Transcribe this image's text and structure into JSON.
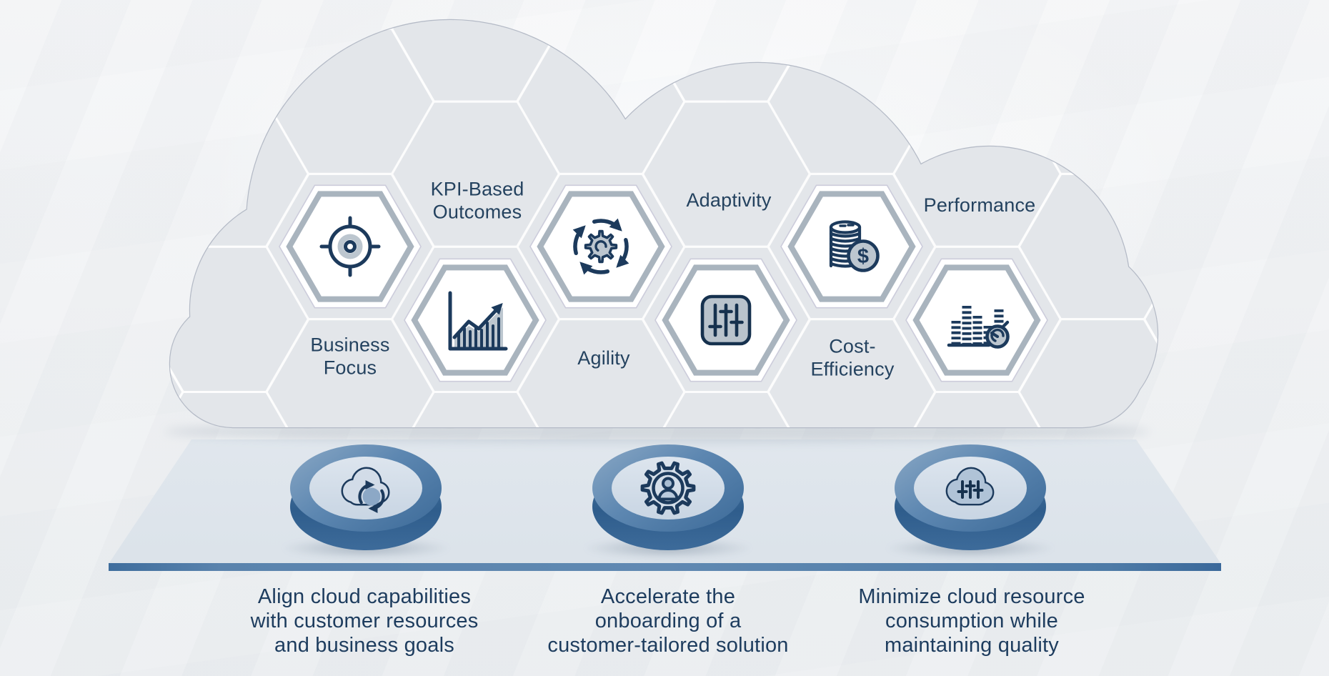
{
  "diagram": {
    "cloud_hexagons": [
      {
        "label": "Business\nFocus",
        "icon": "target-icon"
      },
      {
        "label": "KPI-Based\nOutcomes",
        "icon": "growth-chart-icon"
      },
      {
        "label": "Agility",
        "icon": "sync-gear-icon"
      },
      {
        "label": "Adaptivity",
        "icon": "sliders-icon"
      },
      {
        "label": "Cost-\nEfficiency",
        "icon": "coins-icon"
      },
      {
        "label": "Performance",
        "icon": "performance-gauge-icon"
      }
    ],
    "pillars": [
      {
        "icon": "cloud-sync-icon",
        "caption": "Align cloud capabilities\nwith customer resources\nand business goals"
      },
      {
        "icon": "gear-user-icon",
        "caption": "Accelerate the\nonboarding of a\ncustomer-tailored solution"
      },
      {
        "icon": "cloud-sliders-icon",
        "caption": "Minimize cloud resource\nconsumption while\nmaintaining quality"
      }
    ],
    "colors": {
      "navy": "#1c3a5c",
      "steel_blue": "#4a77a4",
      "badge_face": "#d3dce8",
      "cloud_fill": "#e3e6ea",
      "icon_gray": "#bcc6cf",
      "text": "#1d3c5e"
    }
  }
}
